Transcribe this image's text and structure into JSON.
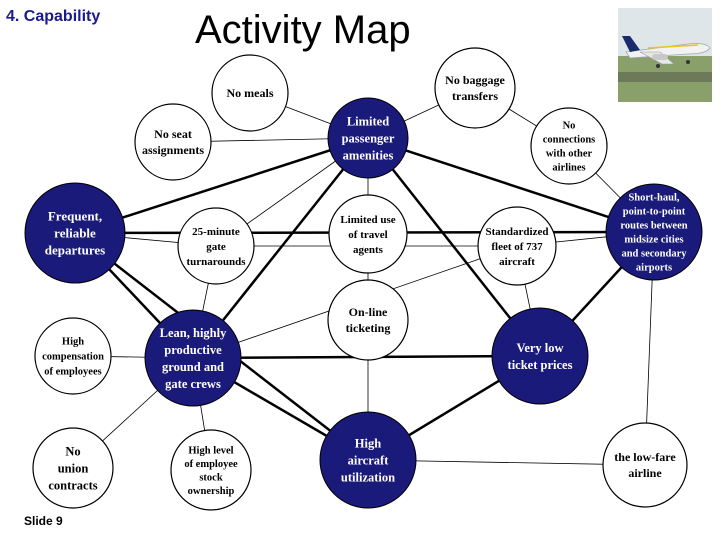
{
  "header": {
    "section": "4. Capability",
    "title": "Activity Map"
  },
  "footer": {
    "slide": "Slide 9"
  },
  "photo": {
    "subject": "airplane-photo"
  },
  "colors": {
    "hub_fill": "#1a1a7a",
    "hub_text": "#ffffff",
    "node_fill": "#ffffff",
    "node_text": "#000000",
    "line": "#000000"
  },
  "nodes": [
    {
      "id": "limited-amenities",
      "type": "hub",
      "lines": [
        "Limited",
        "passenger",
        "amenities"
      ]
    },
    {
      "id": "frequent-departures",
      "type": "hub",
      "lines": [
        "Frequent,",
        "reliable",
        "departures"
      ]
    },
    {
      "id": "short-haul",
      "type": "hub",
      "lines": [
        "Short-haul,",
        "point-to-point",
        "routes between",
        "midsize cities",
        "and secondary",
        "airports"
      ]
    },
    {
      "id": "lean-crews",
      "type": "hub",
      "lines": [
        "Lean, highly",
        "productive",
        "ground and",
        "gate crews"
      ]
    },
    {
      "id": "low-prices",
      "type": "hub",
      "lines": [
        "Very low",
        "ticket prices"
      ]
    },
    {
      "id": "high-utilization",
      "type": "hub",
      "lines": [
        "High",
        "aircraft",
        "utilization"
      ]
    },
    {
      "id": "no-meals",
      "type": "node",
      "lines": [
        "No meals"
      ]
    },
    {
      "id": "no-baggage",
      "type": "node",
      "lines": [
        "No baggage",
        "transfers"
      ]
    },
    {
      "id": "no-seat",
      "type": "node",
      "lines": [
        "No seat",
        "assignments"
      ]
    },
    {
      "id": "no-connections",
      "type": "node",
      "lines": [
        "No",
        "connections",
        "with other",
        "airlines"
      ]
    },
    {
      "id": "turnarounds",
      "type": "node",
      "lines": [
        "25-minute",
        "gate",
        "turnarounds"
      ]
    },
    {
      "id": "travel-agents",
      "type": "node",
      "lines": [
        "Limited use",
        "of travel",
        "agents"
      ]
    },
    {
      "id": "standardized-fleet",
      "type": "node",
      "lines": [
        "Standardized",
        "fleet of 737",
        "aircraft"
      ]
    },
    {
      "id": "online-ticketing",
      "type": "node",
      "lines": [
        "On-line",
        "ticketing"
      ]
    },
    {
      "id": "high-compensation",
      "type": "node",
      "lines": [
        "High",
        "compensation",
        "of employees"
      ]
    },
    {
      "id": "no-union",
      "type": "node",
      "lines": [
        "No",
        "union",
        "contracts"
      ]
    },
    {
      "id": "stock-ownership",
      "type": "node",
      "lines": [
        "High level",
        "of employee",
        "stock",
        "ownership"
      ]
    },
    {
      "id": "low-fare",
      "type": "node",
      "lines": [
        "the low-fare",
        "airline"
      ]
    }
  ],
  "links": [
    {
      "from": "frequent-departures",
      "to": "limited-amenities",
      "weight": "thick"
    },
    {
      "from": "limited-amenities",
      "to": "short-haul",
      "weight": "thick"
    },
    {
      "from": "frequent-departures",
      "to": "lean-crews",
      "weight": "thick"
    },
    {
      "from": "frequent-departures",
      "to": "high-utilization",
      "weight": "thick"
    },
    {
      "from": "short-haul",
      "to": "low-prices",
      "weight": "thick"
    },
    {
      "from": "lean-crews",
      "to": "low-prices",
      "weight": "thick"
    },
    {
      "from": "lean-crews",
      "to": "limited-amenities",
      "weight": "thick"
    },
    {
      "from": "lean-crews",
      "to": "high-utilization",
      "weight": "thick"
    },
    {
      "from": "limited-amenities",
      "to": "low-prices",
      "weight": "thick"
    },
    {
      "from": "low-prices",
      "to": "high-utilization",
      "weight": "thick"
    },
    {
      "from": "frequent-departures",
      "to": "short-haul",
      "weight": "thick"
    },
    {
      "from": "no-meals",
      "to": "limited-amenities",
      "weight": "thin"
    },
    {
      "from": "no-seat",
      "to": "limited-amenities",
      "weight": "thin"
    },
    {
      "from": "no-baggage",
      "to": "limited-amenities",
      "weight": "thin"
    },
    {
      "from": "no-baggage",
      "to": "no-connections",
      "weight": "thin"
    },
    {
      "from": "no-connections",
      "to": "short-haul",
      "weight": "thin"
    },
    {
      "from": "turnarounds",
      "to": "limited-amenities",
      "weight": "thin"
    },
    {
      "from": "turnarounds",
      "to": "frequent-departures",
      "weight": "thin"
    },
    {
      "from": "turnarounds",
      "to": "lean-crews",
      "weight": "thin"
    },
    {
      "from": "turnarounds",
      "to": "standardized-fleet",
      "weight": "thin"
    },
    {
      "from": "travel-agents",
      "to": "limited-amenities",
      "weight": "thin"
    },
    {
      "from": "travel-agents",
      "to": "online-ticketing",
      "weight": "thin"
    },
    {
      "from": "standardized-fleet",
      "to": "short-haul",
      "weight": "thin"
    },
    {
      "from": "standardized-fleet",
      "to": "lean-crews",
      "weight": "thin"
    },
    {
      "from": "standardized-fleet",
      "to": "low-prices",
      "weight": "thin"
    },
    {
      "from": "online-ticketing",
      "to": "high-utilization",
      "weight": "thin"
    },
    {
      "from": "high-compensation",
      "to": "lean-crews",
      "weight": "thin"
    },
    {
      "from": "no-union",
      "to": "lean-crews",
      "weight": "thin"
    },
    {
      "from": "stock-ownership",
      "to": "lean-crews",
      "weight": "thin"
    },
    {
      "from": "low-fare",
      "to": "short-haul",
      "weight": "thin"
    },
    {
      "from": "low-fare",
      "to": "high-utilization",
      "weight": "thin"
    }
  ]
}
